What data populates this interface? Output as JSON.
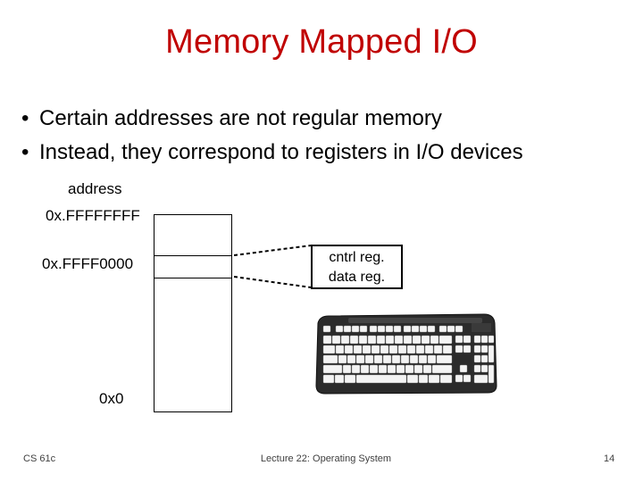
{
  "slide": {
    "title": "Memory Mapped I/O",
    "bullets": [
      "Certain addresses are not regular memory",
      "Instead, they correspond to registers in I/O devices"
    ],
    "diagram": {
      "address_label": "address",
      "addr_top": "0x.FFFFFFFF",
      "addr_mid": "0x.FFFF0000",
      "addr_bottom": "0x0",
      "regs": [
        "cntrl reg.",
        "data reg."
      ]
    },
    "footer": {
      "course": "CS 61c",
      "lecture": "Lecture 22: Operating System",
      "page": "14"
    }
  },
  "colors": {
    "title": "#c00000",
    "keyboard_body": "#2b2b2b"
  },
  "icons": [
    "keyboard-image"
  ]
}
